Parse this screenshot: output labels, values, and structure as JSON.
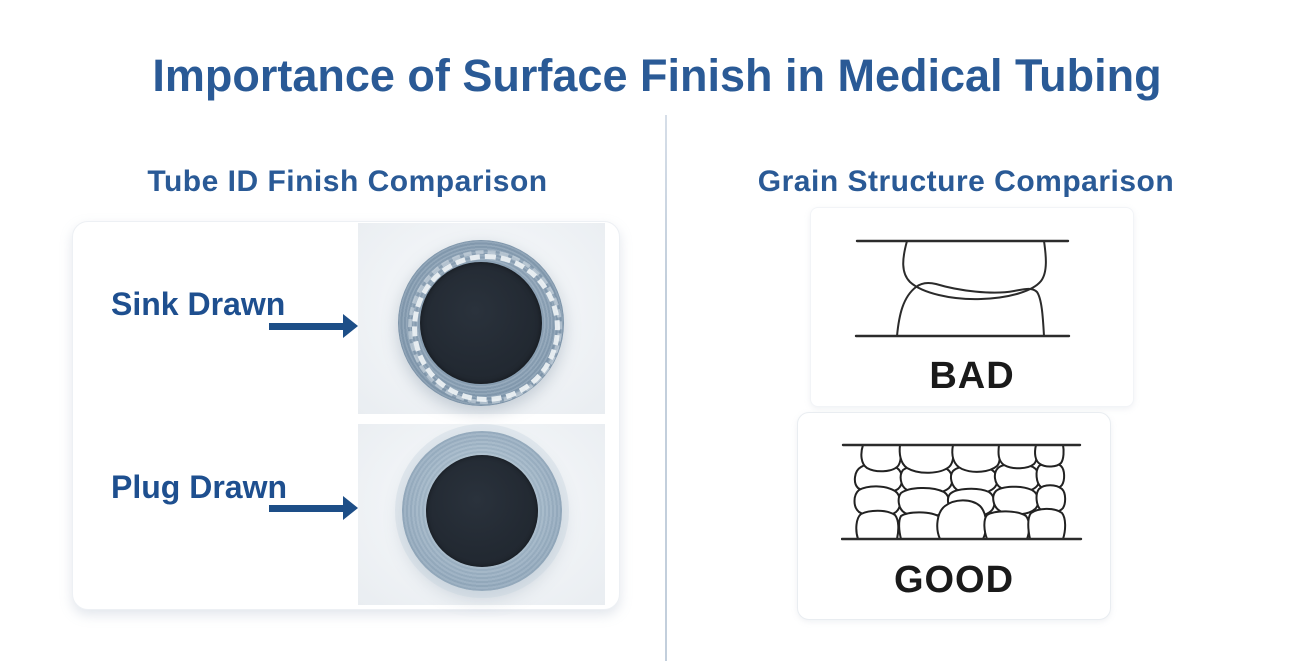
{
  "title": "Importance of Surface Finish in Medical Tubing",
  "colors": {
    "heading_blue": "#2A5A96",
    "label_blue": "#1E4F8F",
    "arrow_blue": "#1D4E87",
    "divider": "#C3CFDC",
    "sketch_line": "#2B2B2B",
    "grade_text": "#1A1A1A"
  },
  "left_panel": {
    "title": "Tube ID Finish Comparison",
    "rows": [
      {
        "label": "Sink Drawn",
        "icon": "sink-drawn-tube-cross-section-photo"
      },
      {
        "label": "Plug Drawn",
        "icon": "plug-drawn-tube-cross-section-photo"
      }
    ]
  },
  "right_panel": {
    "title": "Grain Structure Comparison",
    "diagrams": [
      {
        "label": "BAD",
        "icon": "coarse-grain-structure-sketch"
      },
      {
        "label": "GOOD",
        "icon": "fine-grain-structure-sketch"
      }
    ]
  }
}
